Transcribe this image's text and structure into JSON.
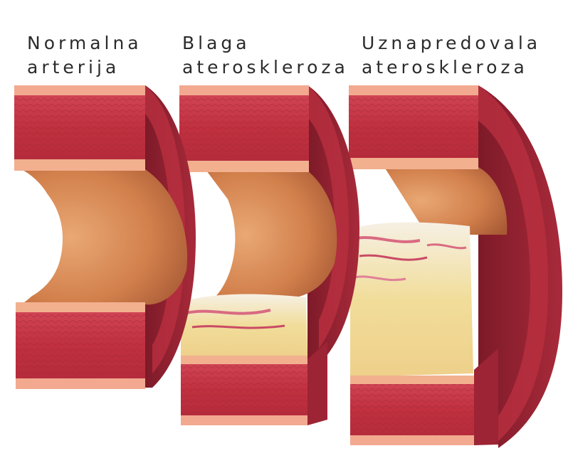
{
  "labels": {
    "normal": {
      "line1": "Normalna",
      "line2": "arterija"
    },
    "mild": {
      "line1": "Blaga",
      "line2": "ateroskleroza"
    },
    "advanced": {
      "line1": "Uznapredovala",
      "line2": "ateroskleroza"
    }
  },
  "colors": {
    "outer_layer": "#f2a98f",
    "wall": "#c9384a",
    "wall_dark": "#8e1f2f",
    "lumen": "#d98a55",
    "plaque": "#f3e7b8",
    "plaque_streak": "#d96a82"
  }
}
